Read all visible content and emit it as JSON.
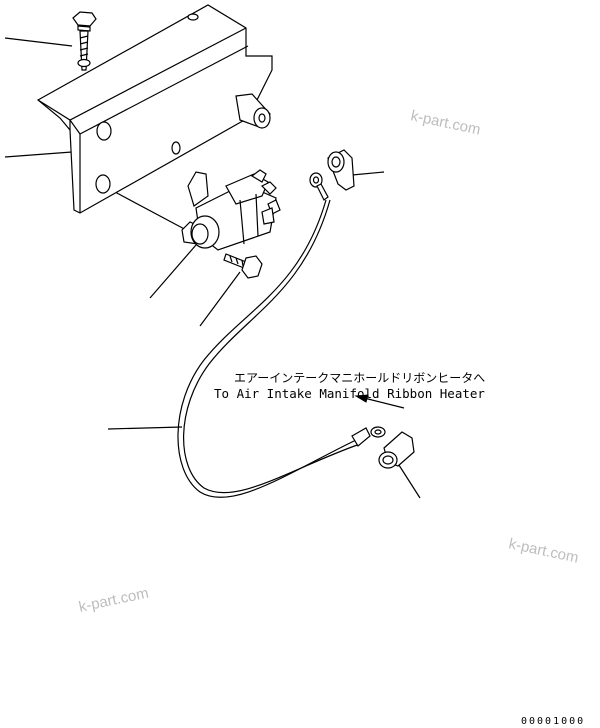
{
  "annotation": {
    "japanese": "エアーインテークマニホールドリボンヒータへ",
    "english": "To Air Intake Manifold Ribbon Heater"
  },
  "watermarks": [
    "k-part.com",
    "k-part.com",
    "k-part.com"
  ],
  "figure_code": "00001000"
}
